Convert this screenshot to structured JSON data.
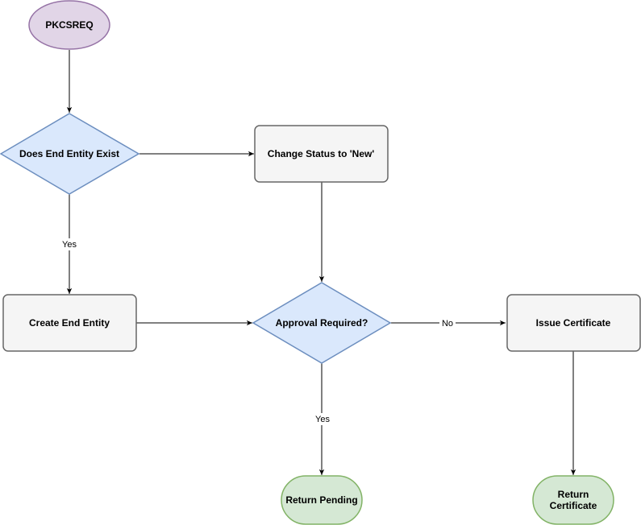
{
  "nodes": {
    "pkcsreq": {
      "label": "PKCSREQ",
      "shape": "ellipse",
      "fill": "#e1d5e7",
      "stroke": "#9673a6"
    },
    "does_end_entity_exist": {
      "label": "Does End Entity Exist",
      "shape": "diamond",
      "fill": "#dae8fc",
      "stroke": "#6c8ebf"
    },
    "change_status": {
      "label": "Change Status to 'New'",
      "shape": "rounded-rect",
      "fill": "#f5f5f5",
      "stroke": "#666666"
    },
    "create_end_entity": {
      "label": "Create End Entity",
      "shape": "rounded-rect",
      "fill": "#f5f5f5",
      "stroke": "#666666"
    },
    "approval_required": {
      "label": "Approval Required?",
      "shape": "diamond",
      "fill": "#dae8fc",
      "stroke": "#6c8ebf"
    },
    "issue_certificate": {
      "label": "Issue Certificate",
      "shape": "rounded-rect",
      "fill": "#f5f5f5",
      "stroke": "#666666"
    },
    "return_pending": {
      "label": "Return Pending",
      "shape": "stadium",
      "fill": "#d5e8d4",
      "stroke": "#82b366"
    },
    "return_certificate": {
      "label_line1": "Return",
      "label_line2": "Certificate",
      "shape": "stadium",
      "fill": "#d5e8d4",
      "stroke": "#82b366"
    }
  },
  "edges": {
    "pkcsreq_to_exist": {
      "from": "PKCSREQ",
      "to": "Does End Entity Exist",
      "label": ""
    },
    "exist_to_change": {
      "from": "Does End Entity Exist",
      "to": "Change Status to 'New'",
      "label": ""
    },
    "exist_to_create": {
      "from": "Does End Entity Exist",
      "to": "Create End Entity",
      "label": "Yes"
    },
    "change_to_approval": {
      "from": "Change Status to 'New'",
      "to": "Approval Required?",
      "label": ""
    },
    "create_to_approval": {
      "from": "Create End Entity",
      "to": "Approval Required?",
      "label": ""
    },
    "approval_to_issue": {
      "from": "Approval Required?",
      "to": "Issue Certificate",
      "label": "No"
    },
    "approval_to_pending": {
      "from": "Approval Required?",
      "to": "Return Pending",
      "label": "Yes"
    },
    "issue_to_return": {
      "from": "Issue Certificate",
      "to": "Return Certificate",
      "label": ""
    }
  },
  "colors": {
    "edge": "#000000",
    "background": "#ffffff"
  }
}
